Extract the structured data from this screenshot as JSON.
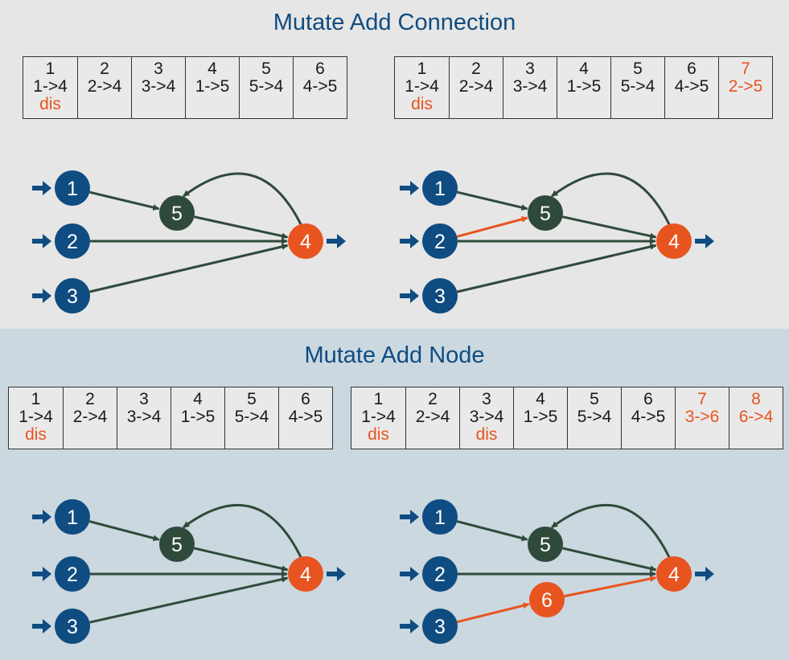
{
  "sections": {
    "add_connection": {
      "title": "Mutate Add Connection",
      "before": {
        "genes": [
          {
            "innov": "1",
            "conn": "1->4",
            "status": "dis",
            "new": false
          },
          {
            "innov": "2",
            "conn": "2->4",
            "status": "",
            "new": false
          },
          {
            "innov": "3",
            "conn": "3->4",
            "status": "",
            "new": false
          },
          {
            "innov": "4",
            "conn": "1->5",
            "status": "",
            "new": false
          },
          {
            "innov": "5",
            "conn": "5->4",
            "status": "",
            "new": false
          },
          {
            "innov": "6",
            "conn": "4->5",
            "status": "",
            "new": false
          }
        ],
        "nodes": [
          {
            "id": "1",
            "type": "input"
          },
          {
            "id": "2",
            "type": "input"
          },
          {
            "id": "3",
            "type": "input"
          },
          {
            "id": "5",
            "type": "hidden"
          },
          {
            "id": "4",
            "type": "output"
          }
        ],
        "connections": [
          {
            "from": "1",
            "to": "5",
            "new": false
          },
          {
            "from": "2",
            "to": "4",
            "new": false
          },
          {
            "from": "3",
            "to": "4",
            "new": false
          },
          {
            "from": "5",
            "to": "4",
            "new": false
          },
          {
            "from": "4",
            "to": "5",
            "new": false
          }
        ]
      },
      "after": {
        "genes": [
          {
            "innov": "1",
            "conn": "1->4",
            "status": "dis",
            "new": false
          },
          {
            "innov": "2",
            "conn": "2->4",
            "status": "",
            "new": false
          },
          {
            "innov": "3",
            "conn": "3->4",
            "status": "",
            "new": false
          },
          {
            "innov": "4",
            "conn": "1->5",
            "status": "",
            "new": false
          },
          {
            "innov": "5",
            "conn": "5->4",
            "status": "",
            "new": false
          },
          {
            "innov": "6",
            "conn": "4->5",
            "status": "",
            "new": false
          },
          {
            "innov": "7",
            "conn": "2->5",
            "status": "",
            "new": true
          }
        ],
        "nodes": [
          {
            "id": "1",
            "type": "input"
          },
          {
            "id": "2",
            "type": "input"
          },
          {
            "id": "3",
            "type": "input"
          },
          {
            "id": "5",
            "type": "hidden"
          },
          {
            "id": "4",
            "type": "output"
          }
        ],
        "connections": [
          {
            "from": "1",
            "to": "5",
            "new": false
          },
          {
            "from": "2",
            "to": "4",
            "new": false
          },
          {
            "from": "3",
            "to": "4",
            "new": false
          },
          {
            "from": "5",
            "to": "4",
            "new": false
          },
          {
            "from": "4",
            "to": "5",
            "new": false
          },
          {
            "from": "2",
            "to": "5",
            "new": true
          }
        ]
      }
    },
    "add_node": {
      "title": "Mutate Add Node",
      "before": {
        "genes": [
          {
            "innov": "1",
            "conn": "1->4",
            "status": "dis",
            "new": false
          },
          {
            "innov": "2",
            "conn": "2->4",
            "status": "",
            "new": false
          },
          {
            "innov": "3",
            "conn": "3->4",
            "status": "",
            "new": false
          },
          {
            "innov": "4",
            "conn": "1->5",
            "status": "",
            "new": false
          },
          {
            "innov": "5",
            "conn": "5->4",
            "status": "",
            "new": false
          },
          {
            "innov": "6",
            "conn": "4->5",
            "status": "",
            "new": false
          }
        ],
        "nodes": [
          {
            "id": "1",
            "type": "input"
          },
          {
            "id": "2",
            "type": "input"
          },
          {
            "id": "3",
            "type": "input"
          },
          {
            "id": "5",
            "type": "hidden"
          },
          {
            "id": "4",
            "type": "output"
          }
        ],
        "connections": [
          {
            "from": "1",
            "to": "5",
            "new": false
          },
          {
            "from": "2",
            "to": "4",
            "new": false
          },
          {
            "from": "3",
            "to": "4",
            "new": false
          },
          {
            "from": "5",
            "to": "4",
            "new": false
          },
          {
            "from": "4",
            "to": "5",
            "new": false
          }
        ]
      },
      "after": {
        "genes": [
          {
            "innov": "1",
            "conn": "1->4",
            "status": "dis",
            "new": false
          },
          {
            "innov": "2",
            "conn": "2->4",
            "status": "",
            "new": false
          },
          {
            "innov": "3",
            "conn": "3->4",
            "status": "dis",
            "new": false
          },
          {
            "innov": "4",
            "conn": "1->5",
            "status": "",
            "new": false
          },
          {
            "innov": "5",
            "conn": "5->4",
            "status": "",
            "new": false
          },
          {
            "innov": "6",
            "conn": "4->5",
            "status": "",
            "new": false
          },
          {
            "innov": "7",
            "conn": "3->6",
            "status": "",
            "new": true
          },
          {
            "innov": "8",
            "conn": "6->4",
            "status": "",
            "new": true
          }
        ],
        "nodes": [
          {
            "id": "1",
            "type": "input"
          },
          {
            "id": "2",
            "type": "input"
          },
          {
            "id": "3",
            "type": "input"
          },
          {
            "id": "5",
            "type": "hidden"
          },
          {
            "id": "6",
            "type": "hidden-new"
          },
          {
            "id": "4",
            "type": "output"
          }
        ],
        "connections": [
          {
            "from": "1",
            "to": "5",
            "new": false
          },
          {
            "from": "2",
            "to": "4",
            "new": false
          },
          {
            "from": "5",
            "to": "4",
            "new": false
          },
          {
            "from": "4",
            "to": "5",
            "new": false
          },
          {
            "from": "3",
            "to": "6",
            "new": true
          },
          {
            "from": "6",
            "to": "4",
            "new": true
          }
        ]
      }
    }
  },
  "colors": {
    "input": "#0f4c81",
    "hidden": "#2f4a3a",
    "output": "#e8541f",
    "new": "#e8541f",
    "edge": "#2f4a3a",
    "arrow": "#0f4c81",
    "title": "#0f4c81"
  }
}
